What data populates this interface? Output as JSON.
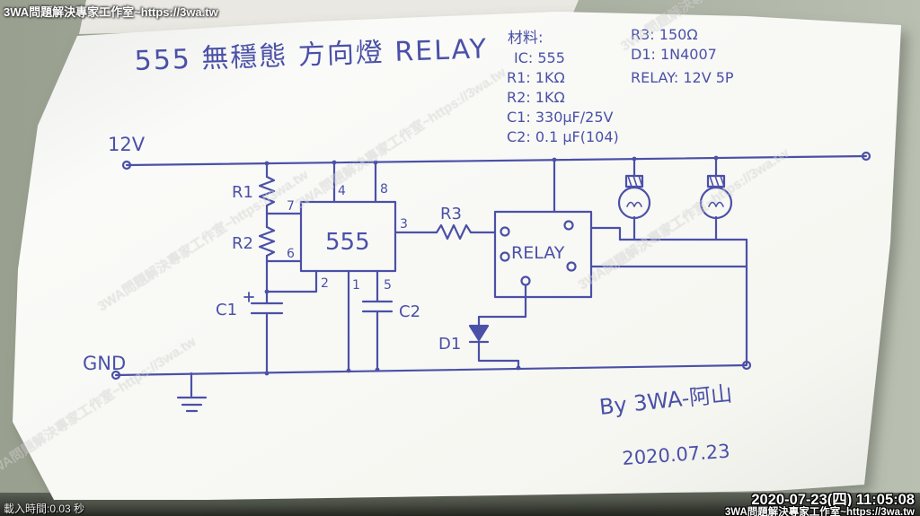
{
  "overlay": {
    "site_watermark_top": "3WA問題解決專家工作室~https://3wa.tw",
    "diagonal_watermark": "3WA問題解決專家工作室~https://3wa.tw",
    "load_time": "載入時間:0.03 秒",
    "timestamp": "2020-07-23(四) 11:05:08",
    "site_watermark_bottom": "3WA問題解決專家工作室~https://3wa.tw"
  },
  "notes": {
    "title": "555 無穩態 方向燈 RELAY",
    "materials_title": "材料:",
    "materials_left": [
      "IC: 555",
      "R1: 1KΩ",
      "R2: 1KΩ",
      "C1: 330μF/25V",
      "C2: 0.1 μF(104)"
    ],
    "materials_right": [
      "R3: 150Ω",
      "D1: 1N4007",
      "RELAY: 12V 5P"
    ],
    "signature": "By 3WA-阿山",
    "date": "2020.07.23"
  },
  "circuit": {
    "rail_top_label": "12V",
    "rail_bottom_label": "GND",
    "ic_label": "555",
    "relay_label": "RELAY",
    "r1_label": "R1",
    "r2_label": "R2",
    "r3_label": "R3",
    "c1_label": "C1",
    "c1_polarity": "+",
    "c2_label": "C2",
    "d1_label": "D1",
    "pin1": "1",
    "pin2": "2",
    "pin3": "3",
    "pin4": "4",
    "pin5": "5",
    "pin6": "6",
    "pin7": "7",
    "pin8": "8"
  },
  "colors": {
    "ink": "#4b50a8",
    "paper": "#f8f8f4",
    "desk": "#a6ac9e"
  }
}
